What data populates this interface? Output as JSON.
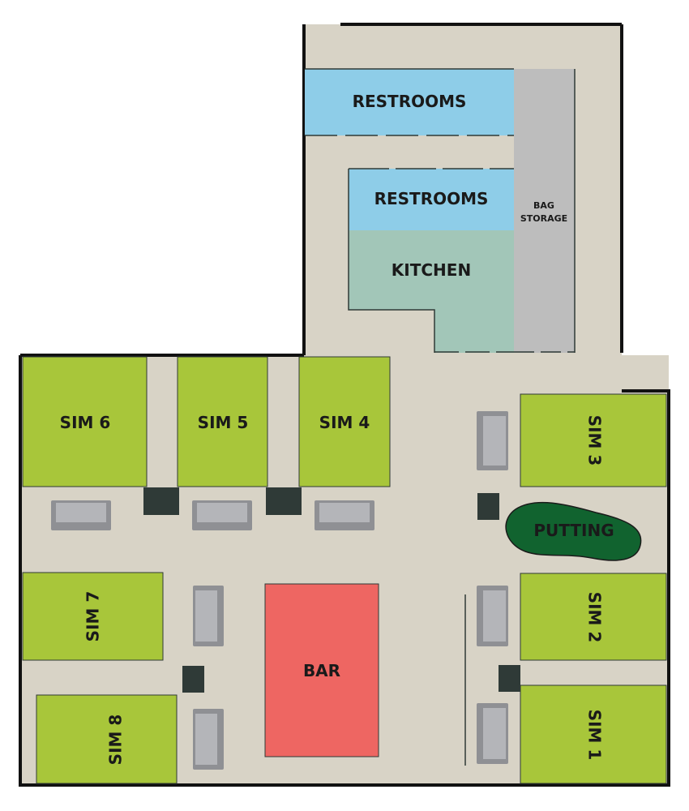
{
  "colors": {
    "floor": "#d8d3c6",
    "wall": "#111111",
    "sim": "#a8c63a",
    "restroom": "#8ecde8",
    "kitchen": "#a2c6b8",
    "bag_storage": "#bdbdbd",
    "bar": "#ee6662",
    "putting": "#11632f",
    "sofa": "#a9aaae",
    "table": "#2f3a37"
  },
  "rooms": {
    "restrooms_top": "RESTROOMS",
    "restrooms_mid": "RESTROOMS",
    "kitchen": "KITCHEN",
    "bag_storage_line1": "BAG",
    "bag_storage_line2": "STORAGE",
    "bar": "BAR",
    "putting": "PUTTING"
  },
  "sims": {
    "sim1": "SIM 1",
    "sim2": "SIM 2",
    "sim3": "SIM 3",
    "sim4": "SIM 4",
    "sim5": "SIM 5",
    "sim6": "SIM 6",
    "sim7": "SIM 7",
    "sim8": "SIM 8"
  },
  "icons": {
    "sofa": "sofa-icon",
    "table": "table-icon"
  }
}
